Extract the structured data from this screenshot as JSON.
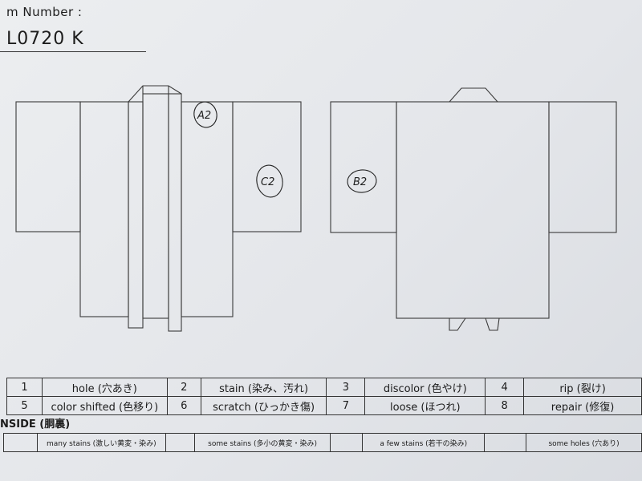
{
  "header": {
    "item_number_label": "m Number :",
    "item_number": "L0720   K"
  },
  "diagram": {
    "marks": [
      "A2",
      "C2",
      "B2"
    ]
  },
  "legend": {
    "rows": [
      [
        {
          "num": "1",
          "label": "hole (穴あき)"
        },
        {
          "num": "2",
          "label": "stain (染み、汚れ)"
        },
        {
          "num": "3",
          "label": "discolor (色やけ)"
        },
        {
          "num": "4",
          "label": "rip (裂け)"
        }
      ],
      [
        {
          "num": "5",
          "label": "color shifted (色移り)"
        },
        {
          "num": "6",
          "label": "scratch (ひっかき傷)"
        },
        {
          "num": "7",
          "label": "loose (ほつれ)"
        },
        {
          "num": "8",
          "label": "repair (修復)"
        }
      ]
    ]
  },
  "inside": {
    "label": "NSIDE (胴裏)",
    "cells": [
      "many stains (激しい黄変・染み)",
      "some stains (多小の黄変・染み)",
      "a few stains (若干の染み)",
      "some holes (穴あり)"
    ]
  }
}
